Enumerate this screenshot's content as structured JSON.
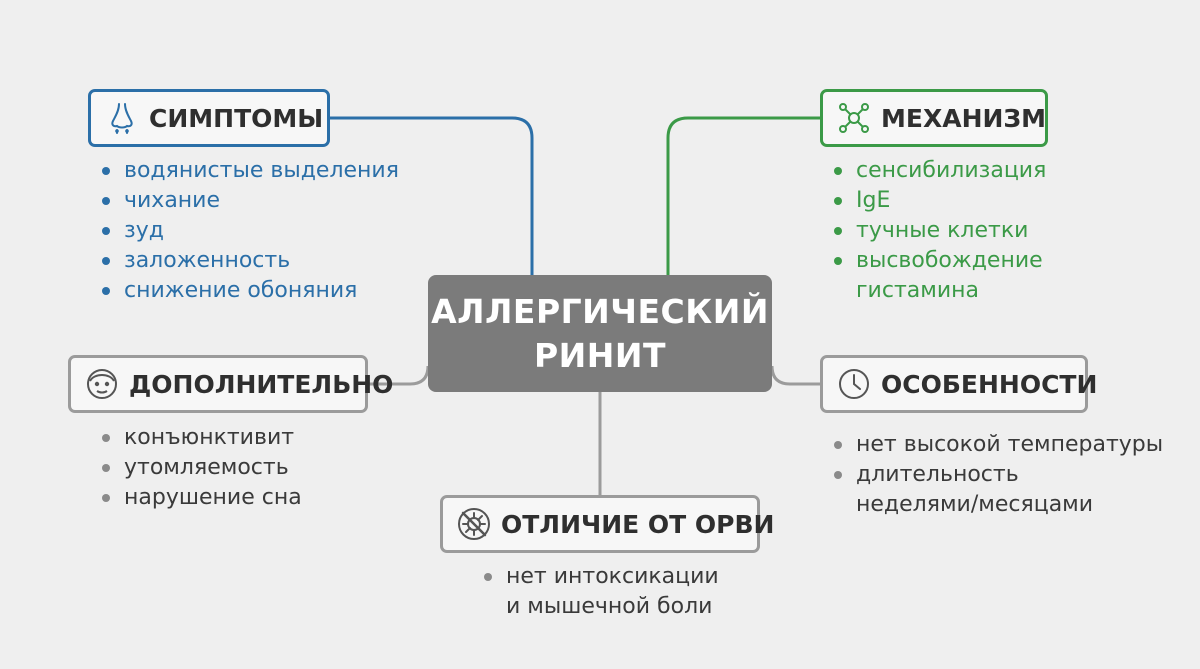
{
  "center": {
    "line1": "АЛЛЕРГИЧЕСКИЙ",
    "line2": "РИНИТ"
  },
  "colors": {
    "blue": "#2b6fa8",
    "green": "#3b9a47",
    "gray": "#9b9b9b",
    "center": "#7b7b7b"
  },
  "nodes": {
    "symptoms": {
      "title": "СИМПТОМЫ",
      "icon": "nose-icon",
      "items": [
        "водянистые выделения",
        "чихание",
        "зуд",
        "заложенность",
        "снижение обоняния"
      ]
    },
    "mechanism": {
      "title": "МЕХАНИЗМ",
      "icon": "molecule-icon",
      "items": [
        "сенсибилизация",
        "IgE",
        "тучные клетки",
        "высвобождение",
        "гистамина"
      ]
    },
    "additional": {
      "title": "ДОПОЛНИТЕЛЬНО",
      "icon": "face-icon",
      "items": [
        "конъюнктивит",
        "утомляемость",
        "нарушение сна"
      ]
    },
    "features": {
      "title": "ОСОБЕННОСТИ",
      "icon": "clock-icon",
      "items": [
        "нет высокой температуры",
        "длительность",
        "неделями/месяцами"
      ]
    },
    "difference": {
      "title": "ОТЛИЧИЕ ОТ ОРВИ",
      "icon": "virus-crossed-icon",
      "items": [
        "нет интоксикации",
        "и мышечной боли"
      ]
    }
  }
}
